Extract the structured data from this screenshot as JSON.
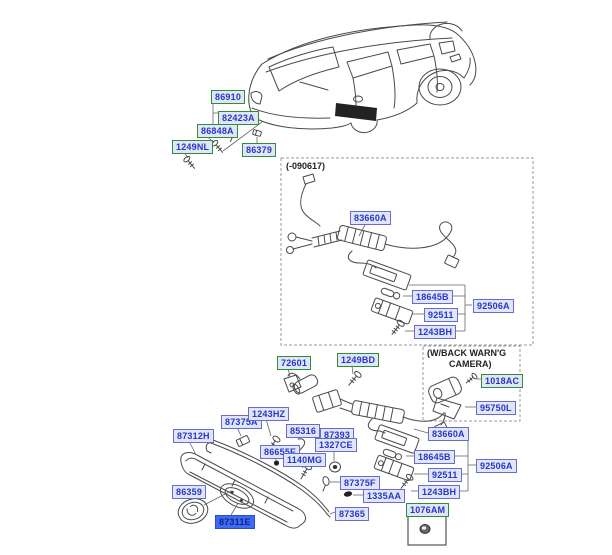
{
  "colors": {
    "page_bg": "#ffffff",
    "label_text": "#2a35c8",
    "label_fill": "#dfe6f8",
    "label_border_blue": "#6a6ad0",
    "label_border_green": "#2f8f2f",
    "highlight_fill": "#3d6bf7",
    "highlight_text": "#14237d",
    "highlight_border": "#2a4ad0",
    "line_color": "#4a4a4a"
  },
  "selected_part": "87311E",
  "labels": {
    "86910": "86910",
    "82423A": "82423A",
    "86848A": "86848A",
    "1249NL": "1249NL",
    "86379": "86379",
    "83660A": "83660A",
    "18645B": "18645B",
    "92506A": "92506A",
    "92511": "92511",
    "1243BH": "1243BH",
    "72601": "72601",
    "1249BD": "1249BD",
    "1018AC": "1018AC",
    "95750L": "95750L",
    "87312H": "87312H",
    "87375A": "87375A",
    "1243HZ": "1243HZ",
    "85316": "85316",
    "87393": "87393",
    "1327CE": "1327CE",
    "86655E": "86655E",
    "1140MG": "1140MG",
    "86359": "86359",
    "87311E": "87311E",
    "87365": "87365",
    "87375F": "87375F",
    "1335AA": "1335AA",
    "1076AM": "1076AM"
  },
  "notes": {
    "pre_date": "(-090617)",
    "camera_line1": "(W/BACK WARN'G",
    "camera_line2": "CAMERA)"
  }
}
